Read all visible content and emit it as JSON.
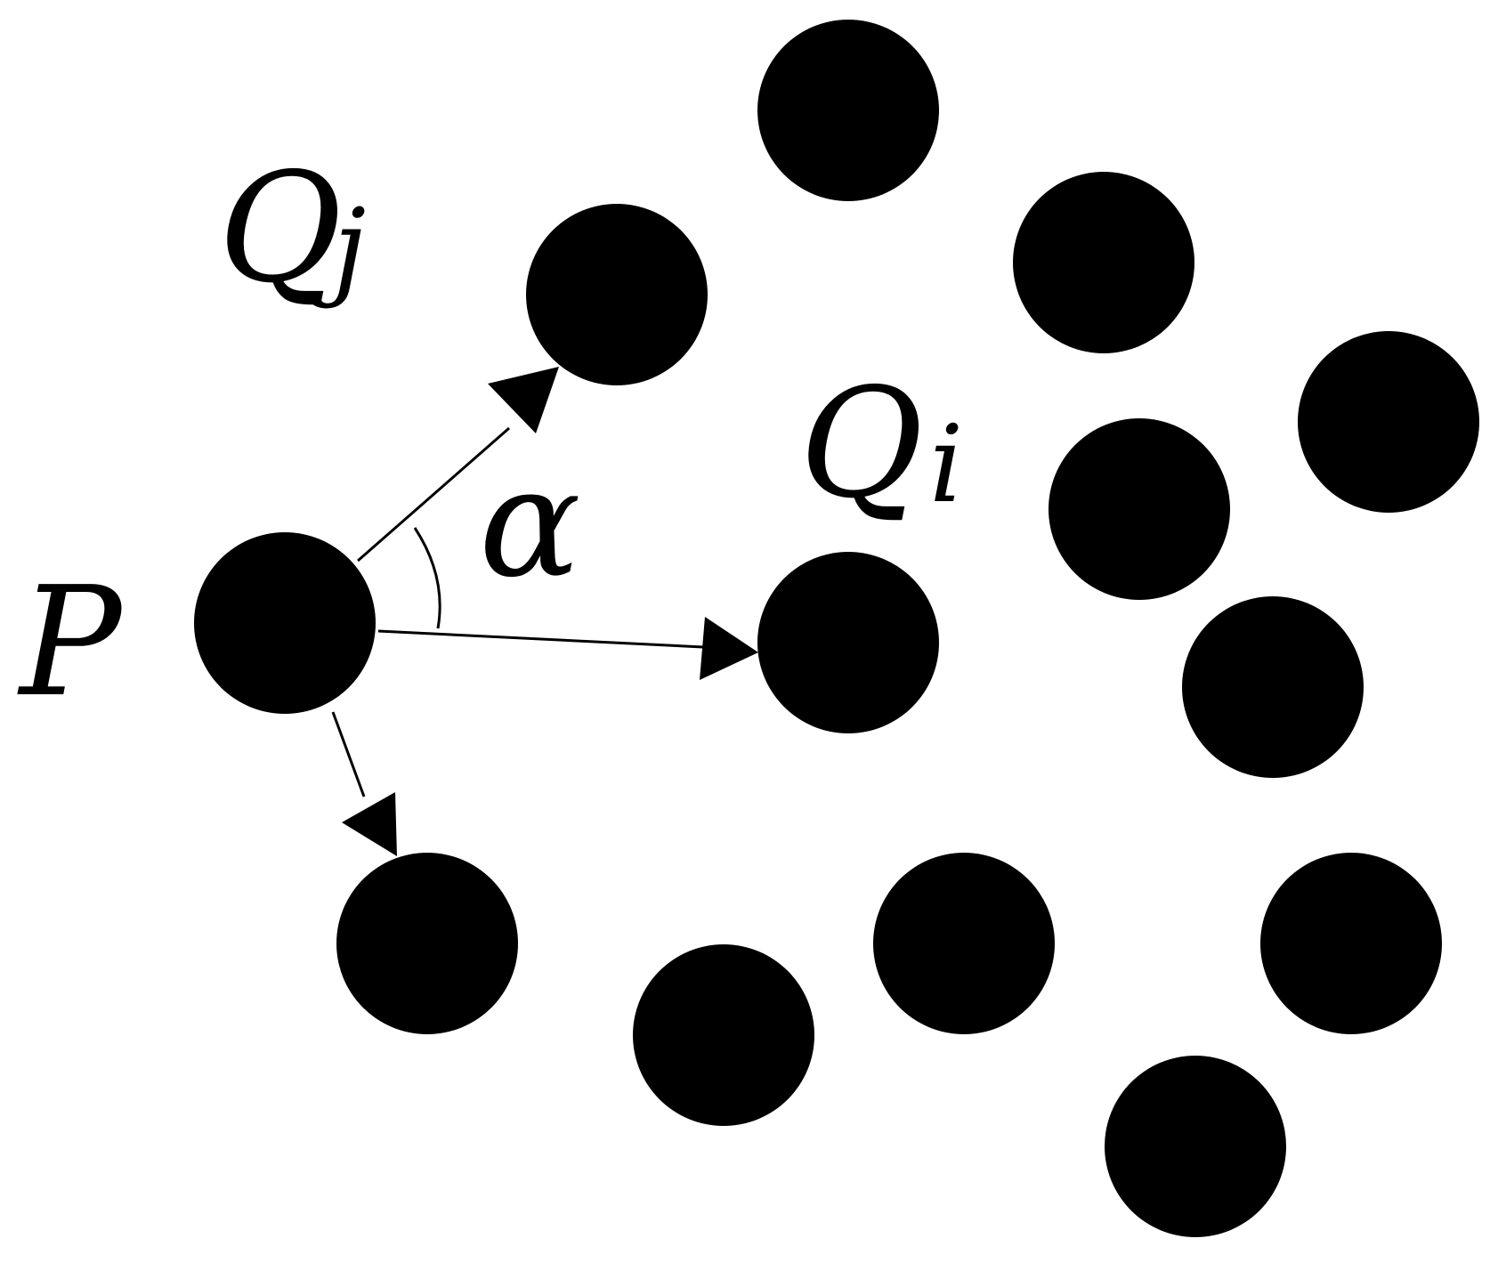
{
  "labels": {
    "p": "P",
    "q": "Q",
    "j": "j",
    "i": "i",
    "alpha": "α"
  }
}
